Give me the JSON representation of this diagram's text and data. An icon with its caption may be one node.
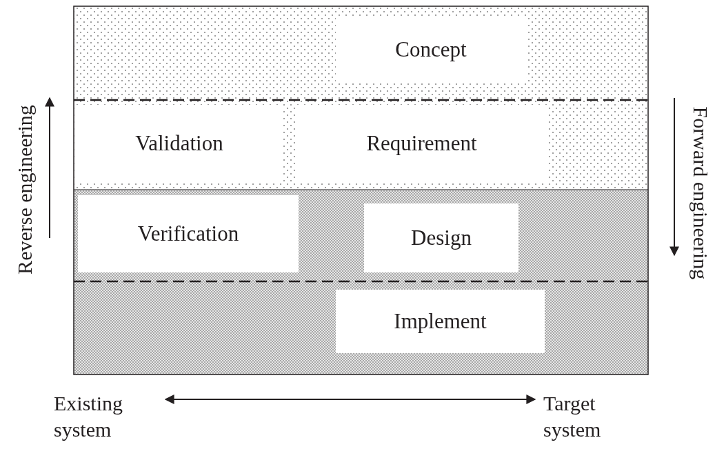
{
  "diagram": {
    "nodes": [
      {
        "text": [
          "Concept"
        ]
      },
      {
        "text": [
          "Validation"
        ]
      },
      {
        "text": [
          "Requirement"
        ]
      },
      {
        "text": [
          "Verification"
        ]
      },
      {
        "text": [
          "Design"
        ]
      },
      {
        "text": [
          "Implement"
        ]
      },
      {
        "text": [
          "Existing system"
        ]
      },
      {
        "text": [
          "Target system"
        ]
      }
    ],
    "edges": [
      {
        "from": 6,
        "to": 7,
        "arrow": "both"
      }
    ],
    "labels": [
      "Reverse engineering",
      "Forward engineering"
    ]
  }
}
